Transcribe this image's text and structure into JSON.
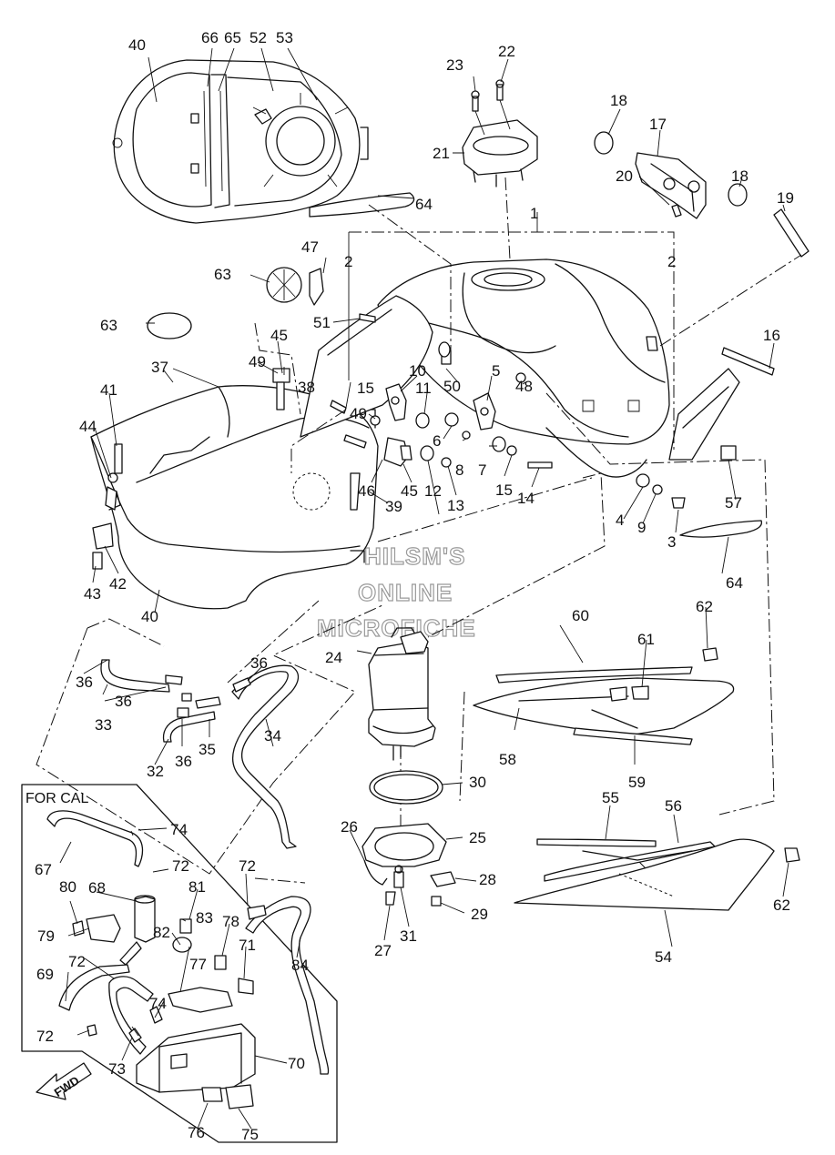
{
  "watermark": {
    "line1": "HILSM'S",
    "line2": "ONLINE",
    "line3": "MICROFICHE"
  },
  "box": {
    "title": "FOR CAL"
  },
  "fwd": "FWD",
  "callouts": {
    "c1": "1",
    "c2a": "2",
    "c2b": "2",
    "c3": "3",
    "c4": "4",
    "c5": "5",
    "c6": "6",
    "c7": "7",
    "c8": "8",
    "c9": "9",
    "c10": "10",
    "c11": "11",
    "c12": "12",
    "c13": "13",
    "c14": "14",
    "c15a": "15",
    "c15b": "15",
    "c16": "16",
    "c17": "17",
    "c18a": "18",
    "c18b": "18",
    "c19": "19",
    "c20": "20",
    "c21": "21",
    "c22": "22",
    "c23": "23",
    "c24": "24",
    "c25": "25",
    "c26": "26",
    "c27": "27",
    "c28": "28",
    "c29": "29",
    "c30": "30",
    "c31": "31",
    "c32": "32",
    "c33": "33",
    "c34": "34",
    "c35": "35",
    "c36a": "36",
    "c36b": "36",
    "c36c": "36",
    "c36d": "36",
    "c37": "37",
    "c38": "38",
    "c39": "39",
    "c40a": "40",
    "c40b": "40",
    "c41": "41",
    "c42": "42",
    "c43": "43",
    "c44": "44",
    "c45a": "45",
    "c45b": "45",
    "c46": "46",
    "c47": "47",
    "c48": "48",
    "c49a": "49",
    "c49b": "49",
    "c50": "50",
    "c51": "51",
    "c52": "52",
    "c53": "53",
    "c54": "54",
    "c55": "55",
    "c56": "56",
    "c57": "57",
    "c58": "58",
    "c59": "59",
    "c60": "60",
    "c61": "61",
    "c62a": "62",
    "c62b": "62",
    "c63a": "63",
    "c63b": "63",
    "c64a": "64",
    "c64b": "64",
    "c65": "65",
    "c66": "66",
    "c67": "67",
    "c68": "68",
    "c69": "69",
    "c70": "70",
    "c71": "71",
    "c72a": "72",
    "c72b": "72",
    "c72c": "72",
    "c72d": "72",
    "c73": "73",
    "c74a": "74",
    "c74b": "74",
    "c75": "75",
    "c76": "76",
    "c77": "77",
    "c78": "78",
    "c79": "79",
    "c80": "80",
    "c81": "81",
    "c82": "82",
    "c83": "83",
    "c84": "84"
  }
}
